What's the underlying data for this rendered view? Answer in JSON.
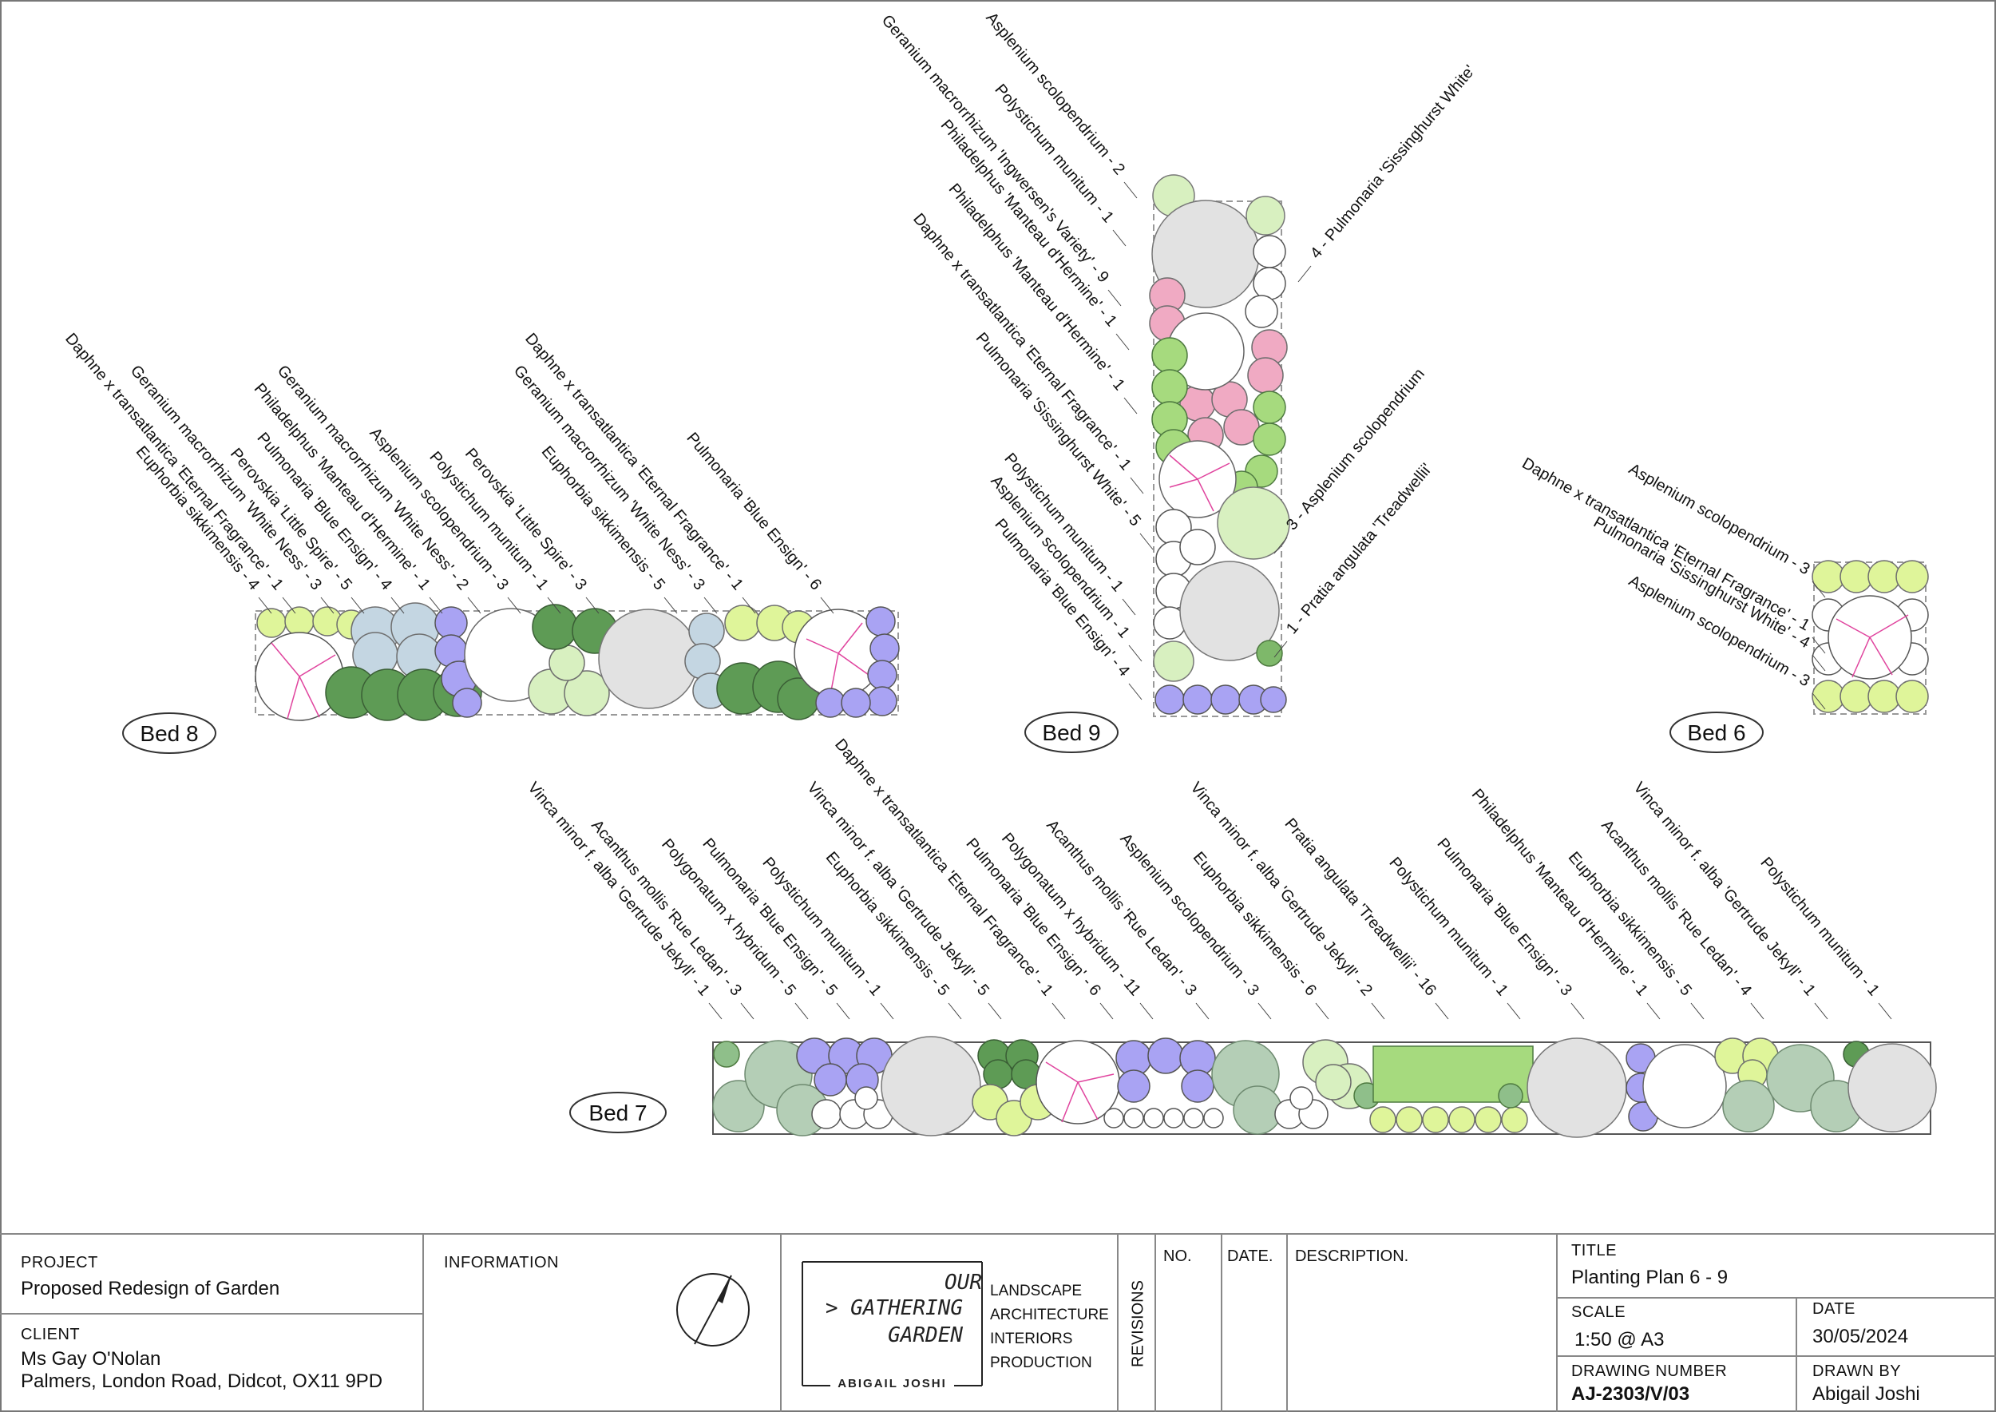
{
  "beds": [
    {
      "name": "Bed 8",
      "labels": [
        "Daphne x transatlantica 'Eternal Fragrance' - 1",
        "Geranium macrorrhizum 'White Ness' - 3",
        "Euphorbia sikkimensis - 4",
        "Perovskia 'Little Spire' - 5",
        "Pulmonaria 'Blue Ensign' - 4",
        "Philadelphus 'Manteau d'Hermine' - 1",
        "Geranium macrorrhizum 'White Ness' - 2",
        "Asplenium scolopendrium - 3",
        "Polystichum munitum - 1",
        "Perovskia 'Little Spire' - 3",
        "Euphorbia sikkimensis - 5",
        "Geranium macrorrhizum 'White Ness' - 3",
        "Daphne x transatlantica 'Eternal Fragrance' - 1",
        "Pulmonaria 'Blue Ensign' - 6"
      ]
    },
    {
      "name": "Bed 9",
      "labels": [
        "Asplenium scolopendrium - 2",
        "Polystichum munitum - 1",
        "Geranium macrorrhizum 'Ingwersen's Variety' - 9",
        "Philadelphus 'Manteau d'Hermine' - 1",
        "Philadelphus 'Manteau d'Hermine' - 1",
        "Daphne x transatlantica 'Eternal Fragrance' - 1",
        "Pulmonaria 'Sissinghurst White' - 5",
        "Polystichum munitum - 1",
        "Asplenium scolopendrium - 1",
        "Pulmonaria 'Blue Ensign' - 4",
        "4 - Pulmonaria 'Sissinghurst White'",
        "3 - Asplenium scolopendrium",
        "1 - Pratia angulata 'Treadwellii'"
      ]
    },
    {
      "name": "Bed 6",
      "labels": [
        "Asplenium scolopendrium - 3",
        "Daphne x transatlantica 'Eternal Fragrance' - 1",
        "Pulmonaria 'Sissinghurst White' - 4",
        "Asplenium scolopendrium - 3"
      ]
    },
    {
      "name": "Bed 7",
      "labels": [
        "Vinca minor f. alba 'Gertrude Jekyll' - 1",
        "Acanthus mollis 'Rue Ledan' - 3",
        "Polygonatum x hybridum - 5",
        "Pulmonaria 'Blue Ensign' - 5",
        "Polystichum munitum - 1",
        "Euphorbia sikkimensis - 5",
        "Vinca minor f. alba 'Gertrude Jekyll' - 5",
        "Daphne x transatlantica 'Eternal Fragrance' - 1",
        "Pulmonaria 'Blue Ensign' - 6",
        "Polygonatum x hybridum - 11",
        "Acanthus mollis 'Rue Ledan' - 3",
        "Asplenium scolopendrium - 3",
        "Euphorbia sikkimensis - 6",
        "Vinca minor f. alba 'Gertrude Jekyll' - 2",
        "Pratia angulata 'Treadwellii' - 16",
        "Polystichum munitum - 1",
        "Pulmonaria 'Blue Ensign' - 3",
        "Philadelphus 'Manteau d'Hermine' - 1",
        "Euphorbia sikkimensis - 5",
        "Acanthus mollis 'Rue Ledan' - 4",
        "Vinca minor f. alba 'Gertrude Jekyll' - 1",
        "Polystichum munitum - 1"
      ]
    }
  ],
  "colors": {
    "pulmonaria_blue": "#a9a3f3",
    "sissinghurst_white": "#ffffff",
    "fern_grey": "#e2e2e2",
    "perovskia": "#c4d6e2",
    "euphorbia_lime": "#dff59a",
    "geranium_dark": "#5e9b55",
    "geranium_pink": "#f0aac3",
    "geranium_light": "#d8f0c0",
    "pratia_green": "#a6da7e",
    "acanthus": "#b4ceb6",
    "daphne_accent": "#e0449e"
  },
  "titleblock": {
    "project_caption": "PROJECT",
    "project_value": "Proposed Redesign of Garden",
    "client_caption": "CLIENT",
    "client_name": "Ms Gay O'Nolan",
    "client_address": "Palmers, London Road, Didcot, OX11 9PD",
    "information_caption": "INFORMATION",
    "logo_line1": "OUR",
    "logo_line2": "> GATHERING",
    "logo_line3": "GARDEN",
    "logo_name": "ABIGAIL JOSHI",
    "services": [
      "LANDSCAPE",
      "ARCHITECTURE",
      "INTERIORS",
      "PRODUCTION"
    ],
    "revisions_caption": "REVISIONS",
    "col_no": "NO.",
    "col_date": "DATE.",
    "col_description": "DESCRIPTION.",
    "title_caption": "TITLE",
    "title_value": "Planting Plan 6 - 9",
    "scale_caption": "SCALE",
    "scale_value": "1:50 @ A3",
    "date_caption": "DATE",
    "date_value": "30/05/2024",
    "drawing_number_caption": "DRAWING NUMBER",
    "drawing_number_value": "AJ-2303/V/03",
    "drawn_by_caption": "DRAWN BY",
    "drawn_by_value": "Abigail Joshi"
  }
}
